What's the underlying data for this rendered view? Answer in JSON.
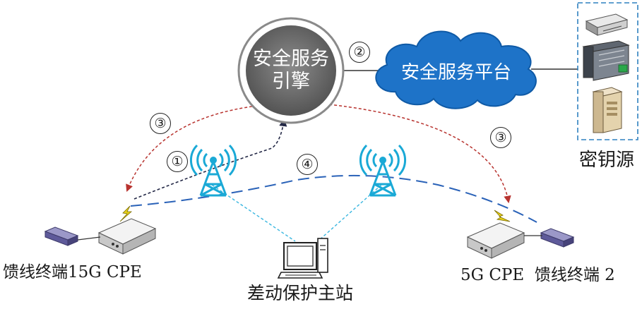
{
  "engine": {
    "line1": "安全服务",
    "line2": "引擎"
  },
  "platform": {
    "label": "安全服务平台"
  },
  "key_source": {
    "label": "密钥源"
  },
  "terminal_left": {
    "label": "馈线终端1"
  },
  "cpe_left": {
    "label": "5G CPE"
  },
  "cpe_right": {
    "label": "5G CPE"
  },
  "terminal_right": {
    "label": "馈线终端 2"
  },
  "master_station": {
    "label": "差动保护主站"
  },
  "steps": {
    "s1": "①",
    "s2": "②",
    "s3_left": "③",
    "s3_right": "③",
    "s4": "④"
  },
  "colors": {
    "cloud": "#1e73c8",
    "engine_fill": "#6e6e6e",
    "engine_ring": "#8a8a8a",
    "tower": "#1aa9d6",
    "radio_link": "#2a62b8",
    "step3_arrow": "#b8332f",
    "step1_arrow": "#232846",
    "lan_link": "#38b6e0",
    "key_box": "#2f80c0"
  }
}
